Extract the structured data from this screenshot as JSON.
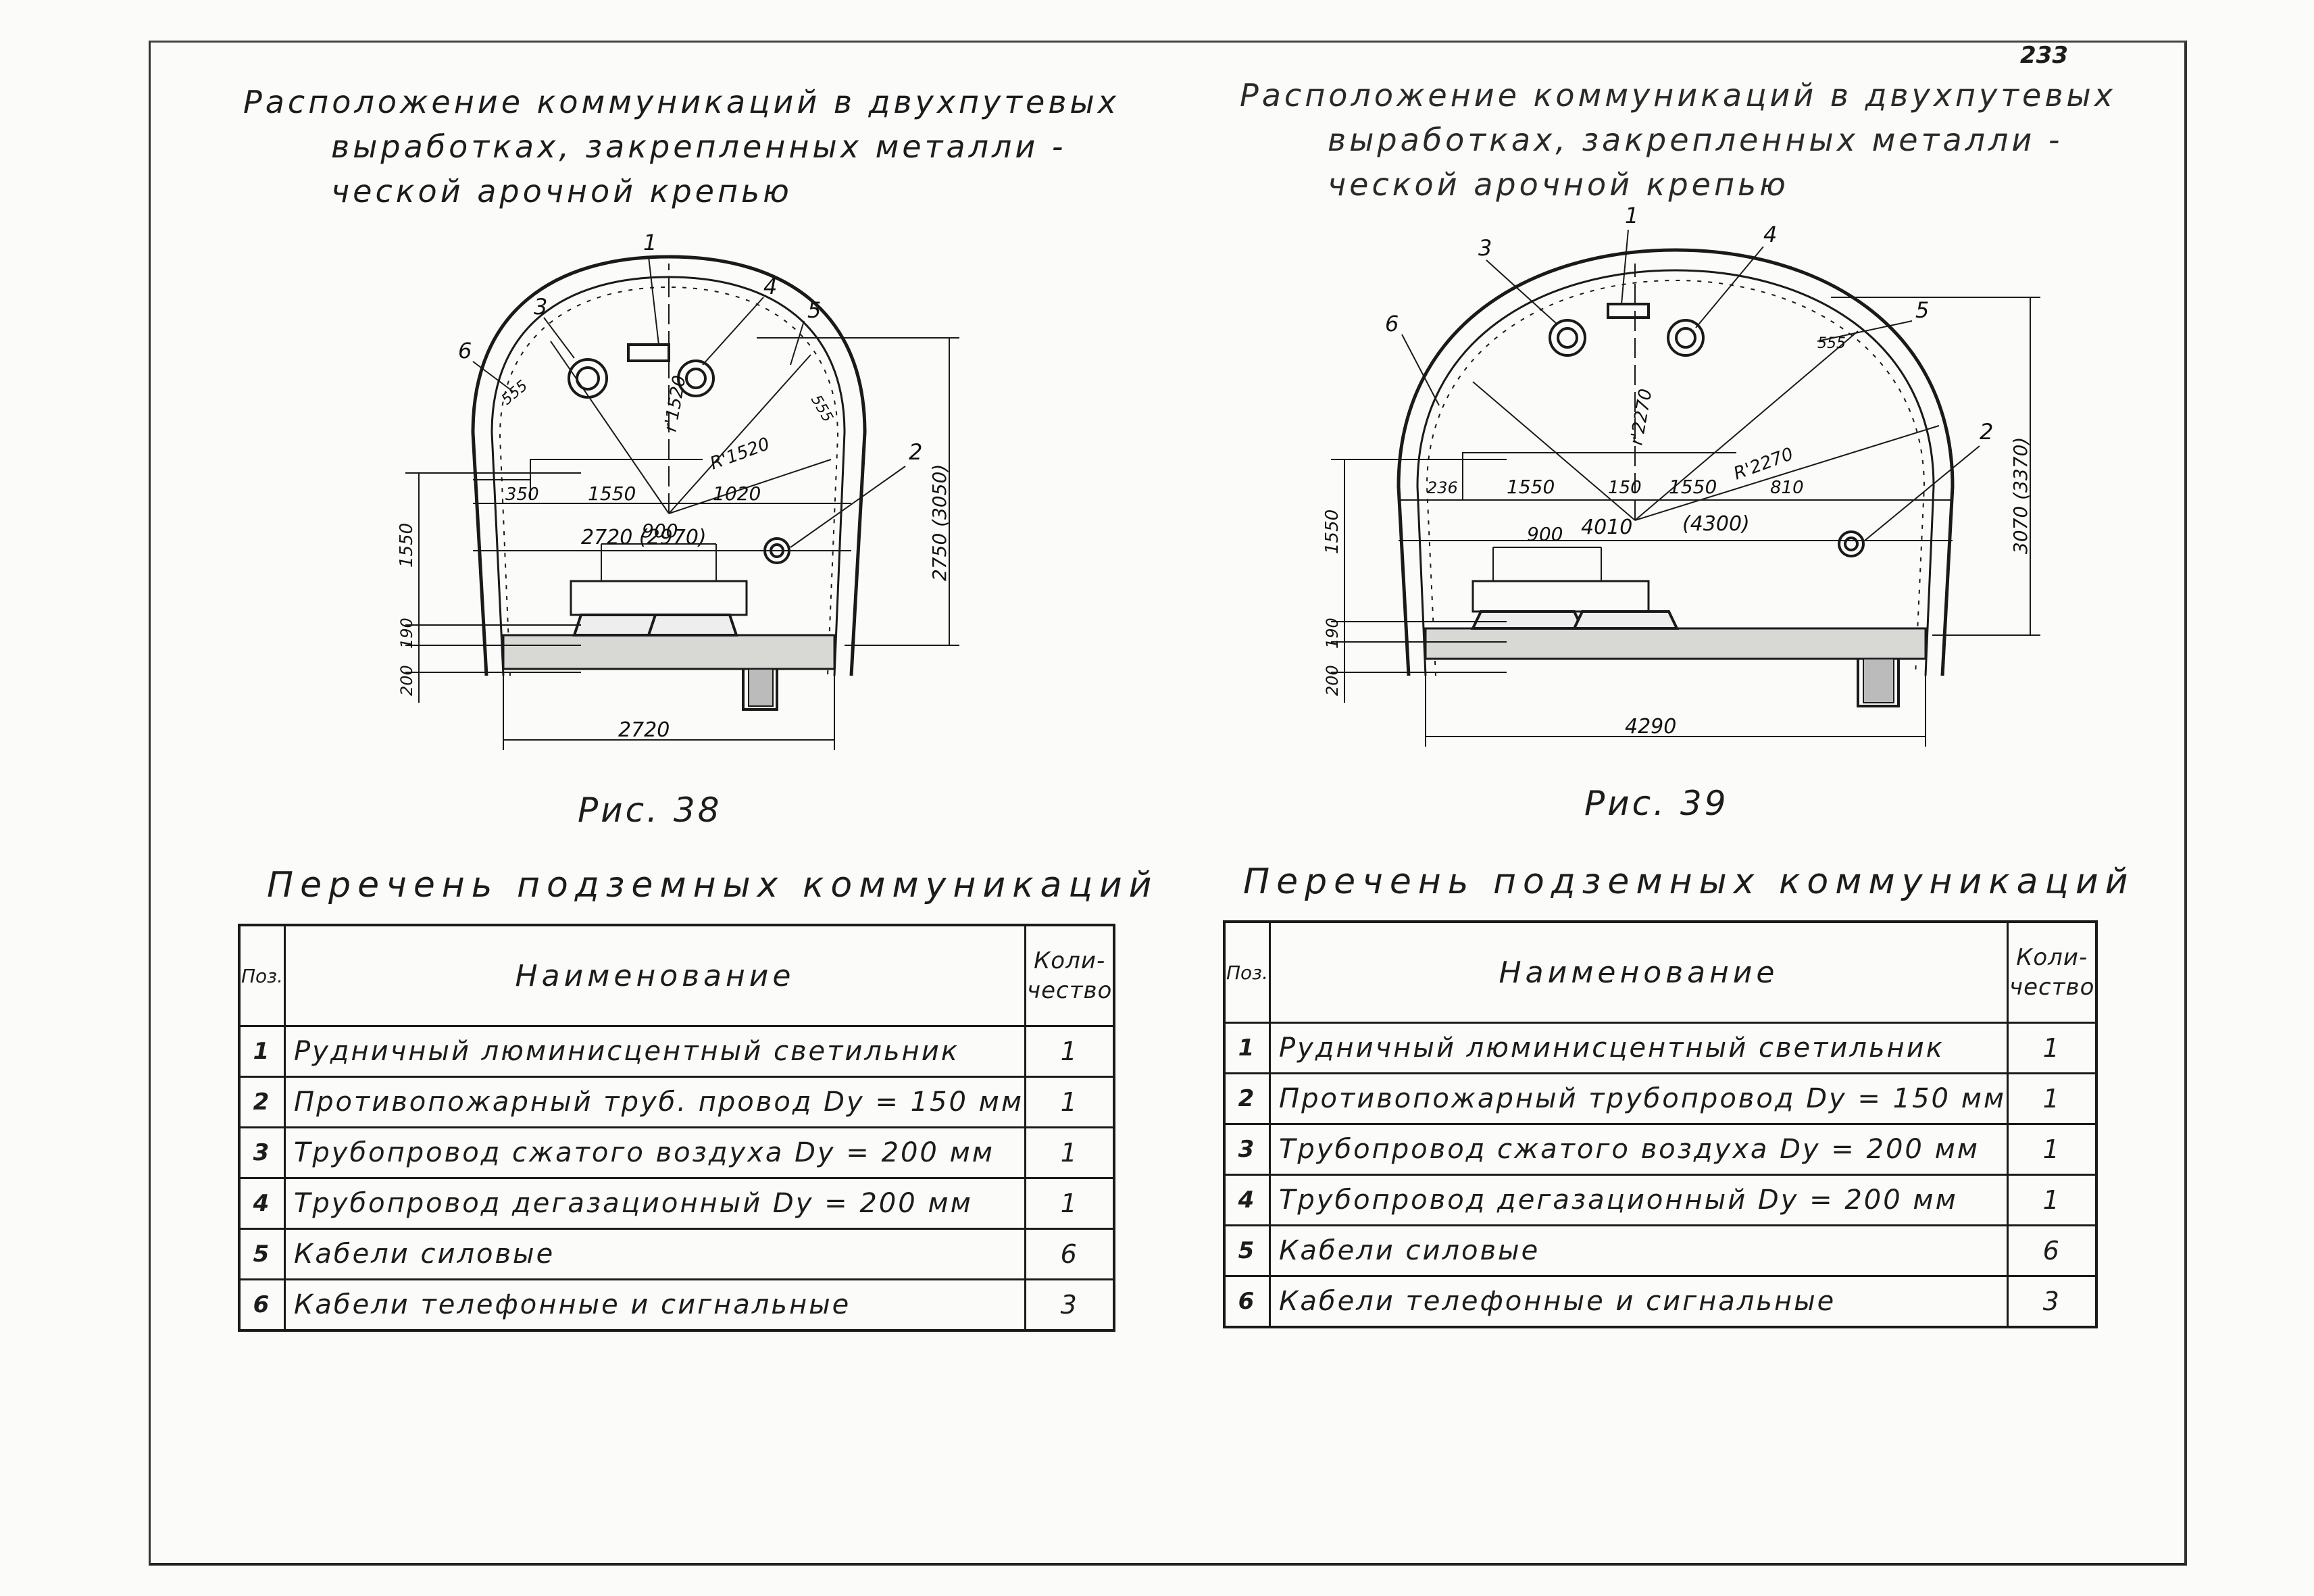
{
  "page_number": "233",
  "left": {
    "title_lines": [
      "Расположение коммуникаций в двухпутевых",
      "выработках, закрепленных металли -",
      "ческой арочной крепью"
    ],
    "callouts": [
      "1",
      "3",
      "4",
      "5",
      "6",
      "2"
    ],
    "dims": {
      "r1": "r'1520",
      "r2": "R'1520",
      "d350": "350",
      "d1550": "1550",
      "d1020": "1020",
      "d2720_2970": "2720 (2970)",
      "d900": "900",
      "d2720": "2720",
      "v1550": "1550",
      "v190": "190",
      "v200": "200",
      "v2750": "2750 (3050)",
      "cables": "555",
      "cables2": "555"
    },
    "caption": "Рис. 38",
    "list_title": "Перечень подземных коммуникаций",
    "table": {
      "headers": [
        "Поз.",
        "Наименование",
        "Коли-",
        "чество"
      ],
      "rows": [
        {
          "n": "1",
          "name": "Рудничный люминисцентный светильник",
          "qty": "1"
        },
        {
          "n": "2",
          "name": "Противопожарный труб. провод Dу = 150 мм",
          "qty": "1"
        },
        {
          "n": "3",
          "name": "Трубопровод сжатого воздуха Dу = 200 мм",
          "qty": "1"
        },
        {
          "n": "4",
          "name": "Трубопровод дегазационный Dу = 200 мм",
          "qty": "1"
        },
        {
          "n": "5",
          "name": "Кабели силовые",
          "qty": "6"
        },
        {
          "n": "6",
          "name": "Кабели телефонные и сигнальные",
          "qty": "3"
        }
      ]
    }
  },
  "right": {
    "title_lines": [
      "Расположение коммуникаций в двухпутевых",
      "выработках, закрепленных металли -",
      "ческой арочной крепью"
    ],
    "callouts": [
      "1",
      "3",
      "4",
      "5",
      "6",
      "2"
    ],
    "dims": {
      "r1": "r'2270",
      "r2": "R'2270",
      "d236": "236",
      "d1550a": "1550",
      "d150": "150",
      "d1550b": "1550",
      "d810": "810",
      "d4010": "4010",
      "d4300": "(4300)",
      "d900": "900",
      "d4290": "4290",
      "v1550": "1550",
      "v190": "190",
      "v200": "200",
      "v3070": "3070 (3370)",
      "cables": "555"
    },
    "caption": "Рис. 39",
    "list_title": "Перечень подземных коммуникаций",
    "table": {
      "headers": [
        "Поз.",
        "Наименование",
        "Коли-",
        "чество"
      ],
      "rows": [
        {
          "n": "1",
          "name": "Рудничный люминисцентный светильник",
          "qty": "1"
        },
        {
          "n": "2",
          "name": "Противопожарный трубопровод Dу = 150 мм",
          "qty": "1"
        },
        {
          "n": "3",
          "name": "Трубопровод сжатого воздуха Dу = 200 мм",
          "qty": "1"
        },
        {
          "n": "4",
          "name": "Трубопровод дегазационный Dу = 200 мм",
          "qty": "1"
        },
        {
          "n": "5",
          "name": "Кабели силовые",
          "qty": "6"
        },
        {
          "n": "6",
          "name": "Кабели телефонные и сигнальные",
          "qty": "3"
        }
      ]
    }
  }
}
